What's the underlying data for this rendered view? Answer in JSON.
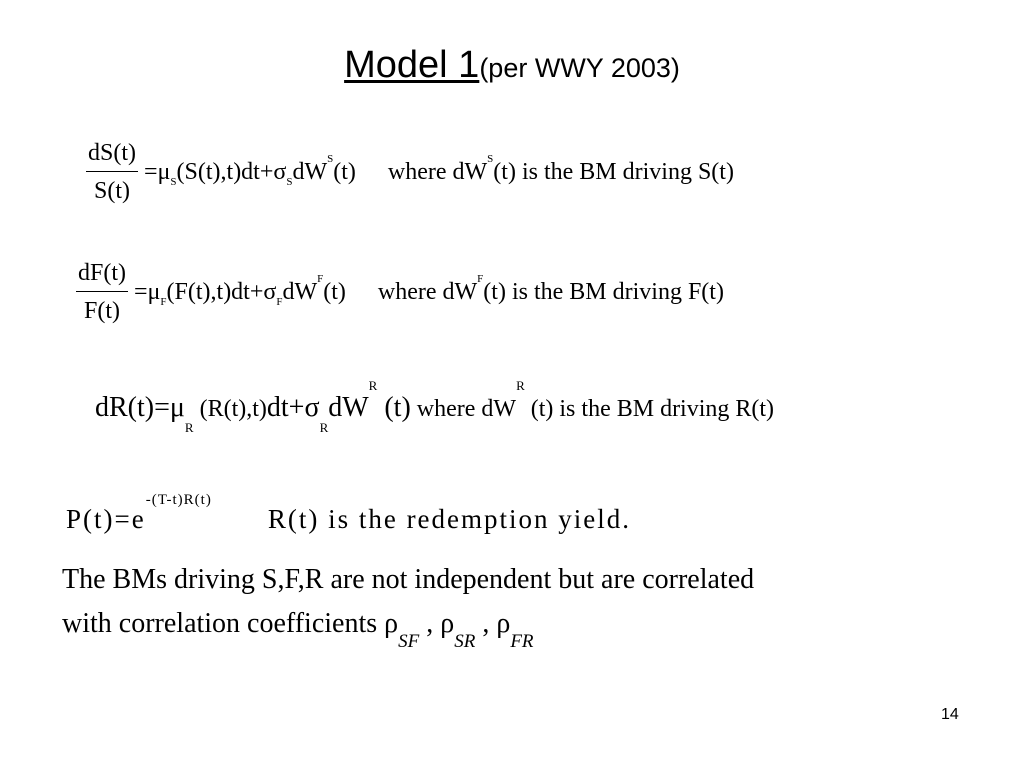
{
  "title": {
    "main": "Model 1",
    "sub": "(per WWY 2003)"
  },
  "eq1": {
    "num": "dS(t)",
    "den": "S(t)",
    "p1": "=μ",
    "s1": "S",
    "p2": " (S(t),t)dt+σ",
    "s2": "S",
    "p3": "dW",
    "s3": "S",
    "p4": " (t)",
    "w1": "where dW",
    "ws": "S",
    "w2": " (t) is the BM driving S(t)"
  },
  "eq2": {
    "num": "dF(t)",
    "den": "F(t)",
    "p1": "=μ",
    "s1": "F",
    "p2": " (F(t),t)dt+σ",
    "s2": "F",
    "p3": "dW",
    "s3": "F",
    "p4": " (t)",
    "w1": "where dW",
    "ws": "F",
    "w2": " (t) is the BM driving F(t)"
  },
  "eq3": {
    "p1": "dR(t)=μ",
    "s1": "R",
    "p2": " (R(t),t)",
    "p3": "dt+σ",
    "s2": "R",
    "p4": "dW",
    "s3": "R",
    "p5": " (t)",
    "w1": " where dW",
    "ws": "R",
    "w2": " (t) is the BM driving R(t)"
  },
  "eq4": {
    "p1": "P(t)=e",
    "exp": "-(T-t)R(t)",
    "desc": "R(t) is the redemption yield."
  },
  "note": {
    "line1": "The BMs driving S,F,R are not independent but are correlated",
    "line2": "with correlation coefficients ",
    "rho": "ρ",
    "sub1": "SF",
    "sep1": " , ",
    "sub2": "SR",
    "sep2": " , ",
    "sub3": "FR"
  },
  "page_number": "14"
}
